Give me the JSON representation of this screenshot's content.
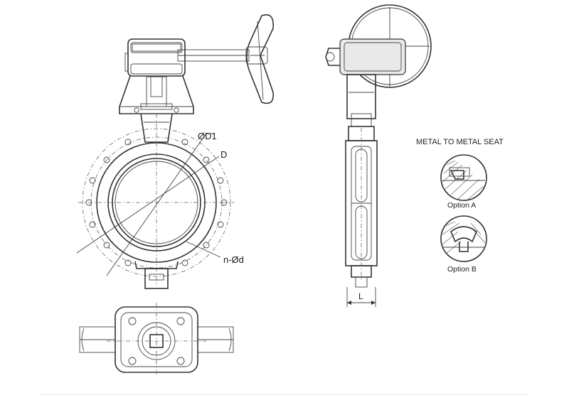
{
  "labels": {
    "d1": "ØD1",
    "d": "D",
    "bolts": "n-Ød",
    "length": "L",
    "seat_title": "METAL TO METAL SEAT",
    "option_a": "Option A",
    "option_b": "Option B"
  },
  "colors": {
    "line": "#333333",
    "fill": "#e9e9e9",
    "background": "#ffffff"
  }
}
